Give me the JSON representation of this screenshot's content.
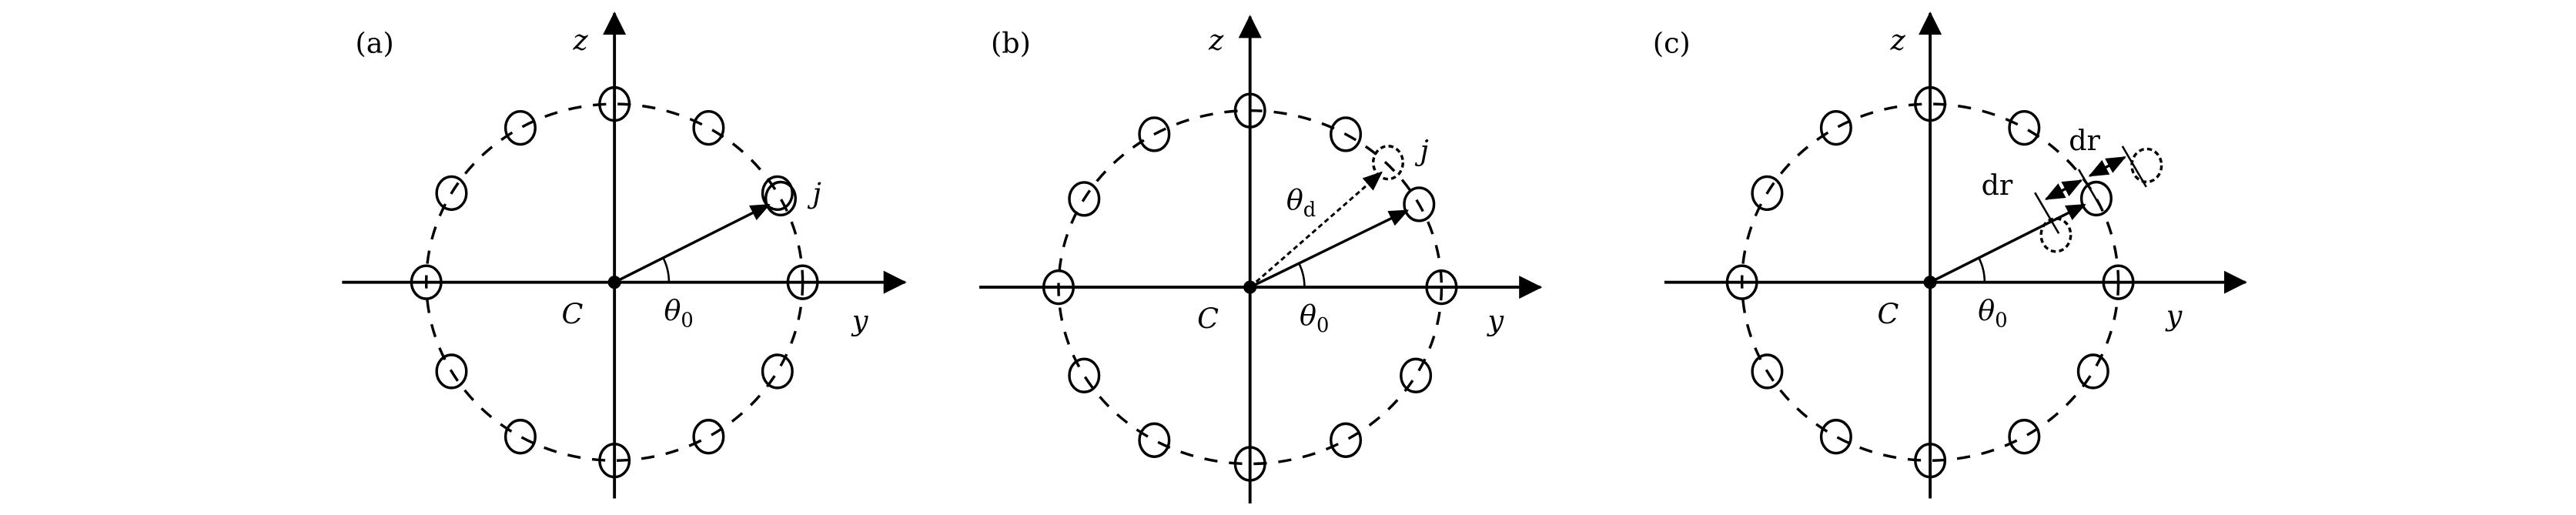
{
  "panels": [
    {
      "label": "(a)",
      "axis_z": "z",
      "axis_y": "y",
      "center": "C",
      "angle": "θ",
      "angle_sub": "0",
      "target": "j"
    },
    {
      "label": "(b)",
      "axis_z": "z",
      "axis_y": "y",
      "center": "C",
      "angle": "θ",
      "angle_sub": "0",
      "target": "j",
      "deflection": "θ",
      "deflection_sub": "d"
    },
    {
      "label": "(c)",
      "axis_z": "z",
      "axis_y": "y",
      "center": "C",
      "angle": "θ",
      "angle_sub": "0",
      "displacement_outer": "dr",
      "displacement_inner": "dr"
    }
  ],
  "colors": {
    "stroke": "#000000",
    "background": "#ffffff"
  }
}
